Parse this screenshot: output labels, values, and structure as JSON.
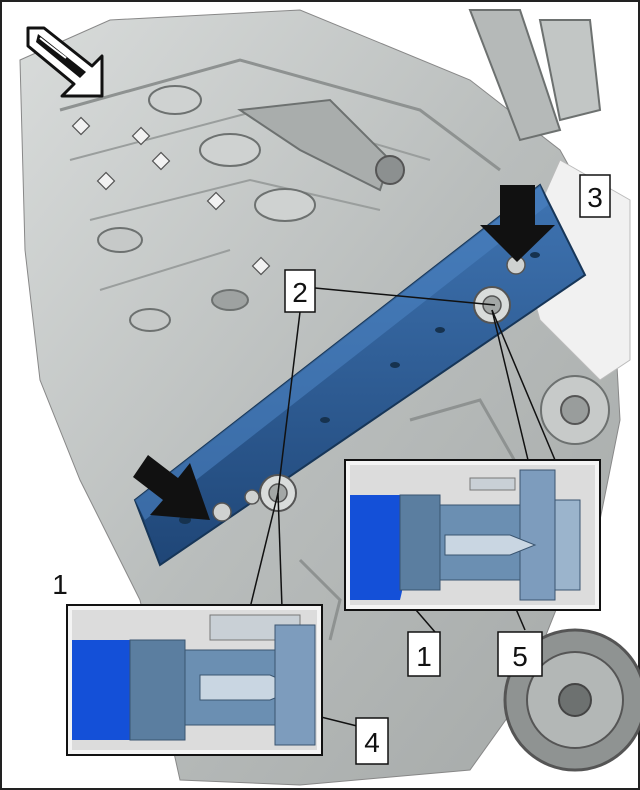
{
  "callouts": [
    {
      "id": "label-1a",
      "text": "1"
    },
    {
      "id": "label-2",
      "text": "2"
    },
    {
      "id": "label-3",
      "text": "3"
    },
    {
      "id": "label-1b",
      "text": "1"
    },
    {
      "id": "label-4",
      "text": "4"
    },
    {
      "id": "label-5",
      "text": "5"
    }
  ],
  "colors": {
    "blue_tool": "#2f5f9a",
    "blue_bright": "#1450d8",
    "engine_gray": "#bfc3c2",
    "detail_blue_gray": "#5b7ea0",
    "border": "#222222"
  },
  "icons": {
    "direction_arrow": "vehicle-direction-arrow-icon",
    "push_arrow": "push-arrow-icon"
  }
}
